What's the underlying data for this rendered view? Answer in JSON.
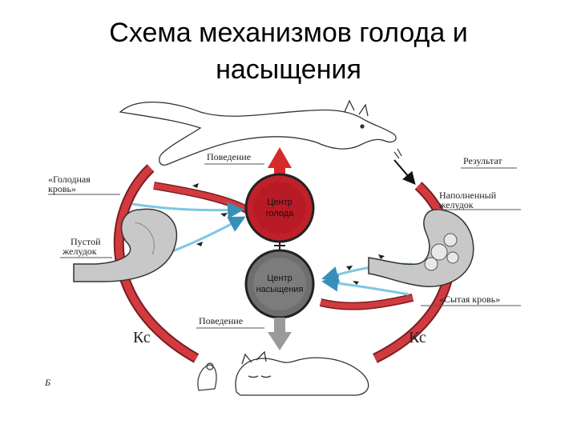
{
  "title": {
    "line1": "Схема механизмов голода и",
    "line2": "насыщения"
  },
  "labels": {
    "behavior_top": "Поведение",
    "result": "Результат",
    "hungry_blood_1": "«Голодная",
    "hungry_blood_2": "кровь»",
    "full_stomach_1": "Наполненный",
    "full_stomach_2": "желудок",
    "empty_stomach_1": "Пустой",
    "empty_stomach_2": "желудок",
    "sated_blood": "«Сытая кровь»",
    "behavior_bottom": "Поведение",
    "kc_left": "Кс",
    "kc_right": "Кс",
    "letter": "Б"
  },
  "centers": {
    "hunger_1": "Центр",
    "hunger_2": "голода",
    "satiety_1": "Центр",
    "satiety_2": "насыщения"
  },
  "colors": {
    "hunger_center": "#c0202a",
    "satiety_center": "#6e6e6e",
    "vessel": "#d13b3f",
    "nerve": "#7ec8e3",
    "stomach": "#bdbdbd",
    "arrow_up": "#d62a2a",
    "arrow_down": "#9a9a9a"
  }
}
